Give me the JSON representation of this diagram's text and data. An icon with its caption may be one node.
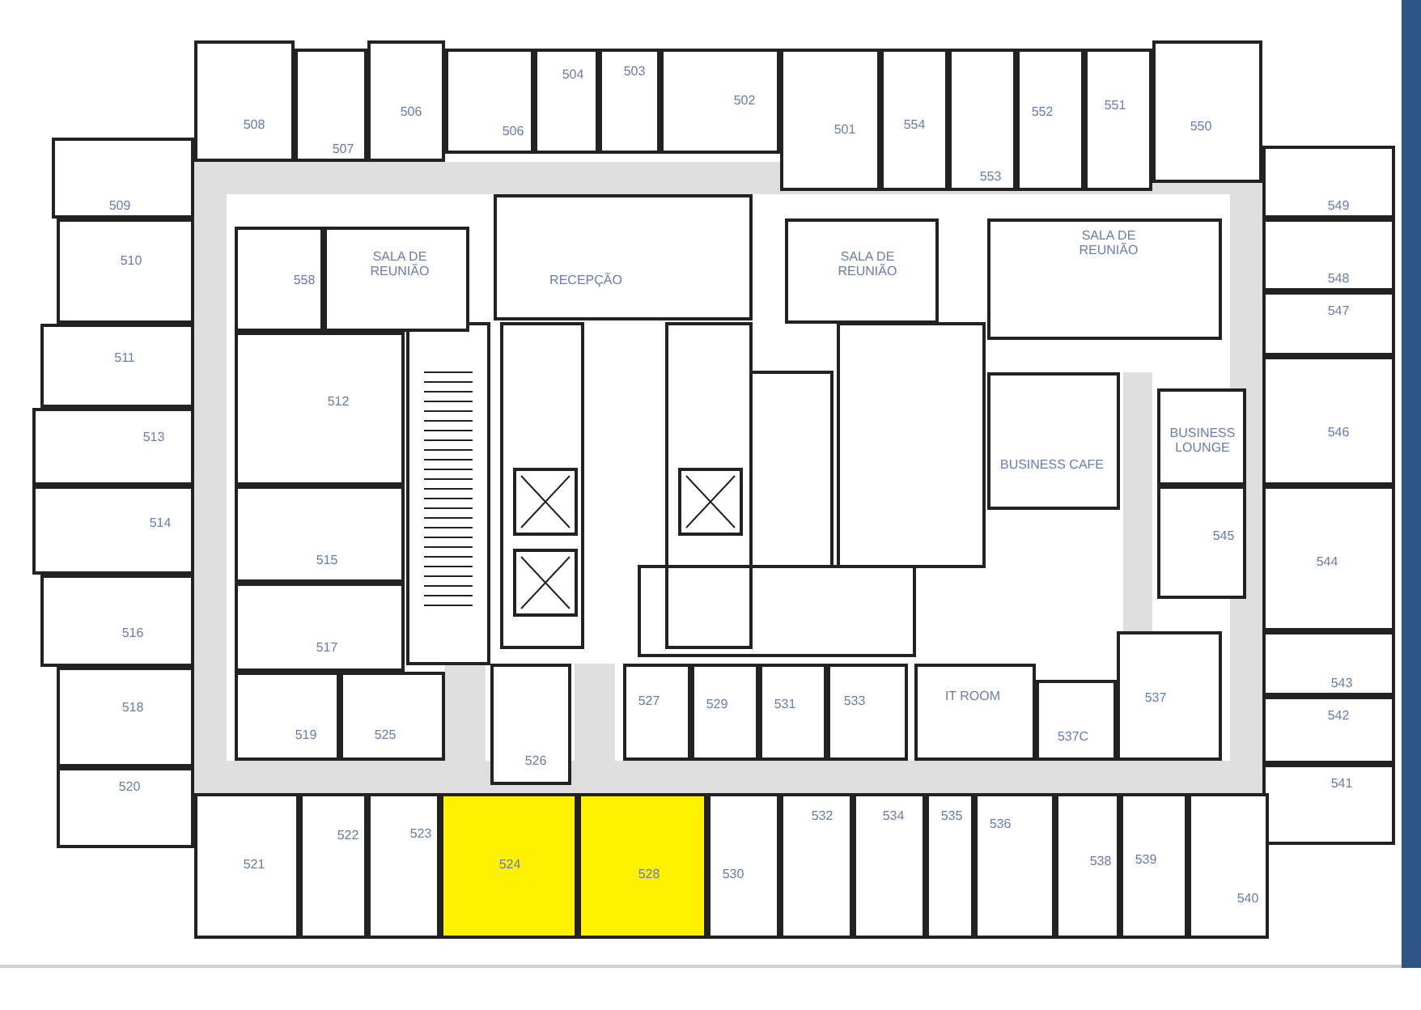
{
  "diagram": {
    "nodes": [
      {
        "text": [
          "508"
        ]
      },
      {
        "text": [
          "507"
        ]
      },
      {
        "text": [
          "506"
        ]
      },
      {
        "text": [
          "506"
        ]
      },
      {
        "text": [
          "504"
        ]
      },
      {
        "text": [
          "503"
        ]
      },
      {
        "text": [
          "502"
        ]
      },
      {
        "text": [
          "501"
        ]
      },
      {
        "text": [
          "554"
        ]
      },
      {
        "text": [
          "553"
        ]
      },
      {
        "text": [
          "552"
        ]
      },
      {
        "text": [
          "551"
        ]
      },
      {
        "text": [
          "550"
        ]
      },
      {
        "text": [
          "509"
        ]
      },
      {
        "text": [
          "510"
        ]
      },
      {
        "text": [
          "558"
        ]
      },
      {
        "text": [
          "SALA DE REUNIÃO"
        ]
      },
      {
        "text": [
          "RECEPÇÃO"
        ]
      },
      {
        "text": [
          "SALA DE REUNIÃO"
        ]
      },
      {
        "text": [
          "SALA DE REUNIÃO"
        ]
      },
      {
        "text": [
          "549"
        ]
      },
      {
        "text": [
          "548"
        ]
      },
      {
        "text": [
          "547"
        ]
      },
      {
        "text": [
          "511"
        ]
      },
      {
        "text": [
          "512"
        ]
      },
      {
        "text": [
          "513"
        ]
      },
      {
        "text": [
          "546"
        ]
      },
      {
        "text": [
          "BUSINESS LOUNGE"
        ]
      },
      {
        "text": [
          "BUSINESS CAFE"
        ]
      },
      {
        "text": [
          "514"
        ]
      },
      {
        "text": [
          "545"
        ]
      },
      {
        "text": [
          "515"
        ]
      },
      {
        "text": [
          "544"
        ]
      },
      {
        "text": [
          "516"
        ]
      },
      {
        "text": [
          "517"
        ]
      },
      {
        "text": [
          "543"
        ]
      },
      {
        "text": [
          "IT ROOM"
        ]
      },
      {
        "text": [
          "537"
        ]
      },
      {
        "text": [
          "518"
        ]
      },
      {
        "text": [
          "527"
        ]
      },
      {
        "text": [
          "529"
        ]
      },
      {
        "text": [
          "531"
        ]
      },
      {
        "text": [
          "533"
        ]
      },
      {
        "text": [
          "526"
        ]
      },
      {
        "text": [
          "542"
        ]
      },
      {
        "text": [
          "519"
        ]
      },
      {
        "text": [
          "525"
        ]
      },
      {
        "text": [
          "537C"
        ]
      },
      {
        "text": [
          "520"
        ]
      },
      {
        "text": [
          "541"
        ]
      },
      {
        "text": [
          "532"
        ]
      },
      {
        "text": [
          "534"
        ]
      },
      {
        "text": [
          "535"
        ]
      },
      {
        "text": [
          "536"
        ]
      },
      {
        "text": [
          "522"
        ]
      },
      {
        "text": [
          "523"
        ]
      },
      {
        "text": [
          "538"
        ]
      },
      {
        "text": [
          "539"
        ]
      },
      {
        "text": [
          "521"
        ]
      },
      {
        "text": [
          "524"
        ]
      },
      {
        "text": [
          "528"
        ]
      },
      {
        "text": [
          "530"
        ]
      },
      {
        "text": [
          "540"
        ]
      }
    ]
  }
}
